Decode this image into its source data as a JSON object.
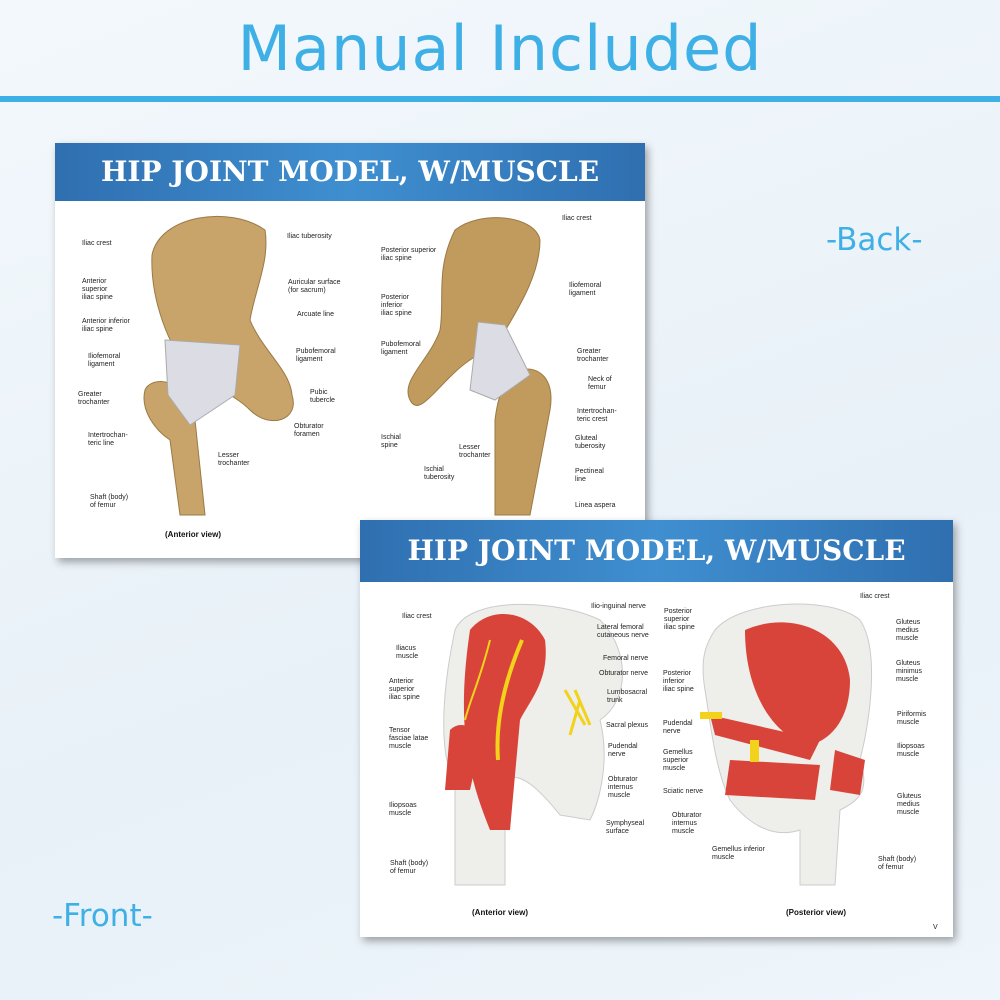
{
  "headline": "Manual Included",
  "back_label": "-Back-",
  "front_label": "-Front-",
  "colors": {
    "accent": "#3fb0e6",
    "header_band": "#3a86c8",
    "bone": "#c9a46a",
    "muscle": "#d8443a",
    "nerve": "#f2d21a"
  },
  "back_card": {
    "title": "HIP JOINT MODEL, W/MUSCLE",
    "left_caption": "(Anterior view)",
    "left_labels": [
      "Iliac crest",
      "Anterior\nsuperior\niliac spine",
      "Anterior inferior\niliac spine",
      "Iliofemoral\nligament",
      "Greater\ntrochanter",
      "Intertrochan-\nteric line",
      "Shaft (body)\nof femur",
      "Iliac tuberosity",
      "Auricular surface\n(for sacrum)",
      "Arcuate line",
      "Pubofemoral\nligament",
      "Pubic\ntubercle",
      "Obturator\nforamen",
      "Lesser\ntrochanter"
    ],
    "right_labels": [
      "Iliac crest",
      "Posterior superior\niliac spine",
      "Posterior\ninferior\niliac spine",
      "Pubofemoral\nligament",
      "Ischial\nspine",
      "Ischial\ntuberosity",
      "Lesser\ntrochanter",
      "Iliofemoral\nligament",
      "Greater\ntrochanter",
      "Neck of\nfemur",
      "Intertrochan-\nteric crest",
      "Gluteal\ntuberosity",
      "Pectineal\nline",
      "Linea aspera"
    ]
  },
  "front_card": {
    "title": "HIP JOINT MODEL, W/MUSCLE",
    "left_caption": "(Anterior view)",
    "right_caption": "(Posterior view)",
    "version": "V",
    "left_labels": [
      "Iliac crest",
      "Iliacus\nmuscle",
      "Anterior\nsuperior\niliac spine",
      "Tensor\nfasciae latae\nmuscle",
      "Iliopsoas\nmuscle",
      "Shaft (body)\nof femur",
      "Ilio-inguinal nerve",
      "Lateral femoral\ncutaneous nerve",
      "Femoral nerve",
      "Obturator nerve",
      "Lumbosacral\ntrunk",
      "Sacral plexus",
      "Pudendal\nnerve",
      "Obturator\ninternus\nmuscle",
      "Symphyseal\nsurface"
    ],
    "right_labels": [
      "Iliac crest",
      "Gluteus\nmedius\nmuscle",
      "Gluteus\nminimus\nmuscle",
      "Piriformis\nmuscle",
      "Iliopsoas\nmuscle",
      "Gluteus\nmedius\nmuscle",
      "Shaft (body)\nof femur",
      "Posterior\nsuperior\niliac spine",
      "Posterior\ninferior\niliac spine",
      "Pudendal\nnerve",
      "Gemellus\nsuperior\nmuscle",
      "Sciatic nerve",
      "Obturator\ninternus\nmuscle",
      "Gemellus inferior\nmuscle"
    ]
  }
}
